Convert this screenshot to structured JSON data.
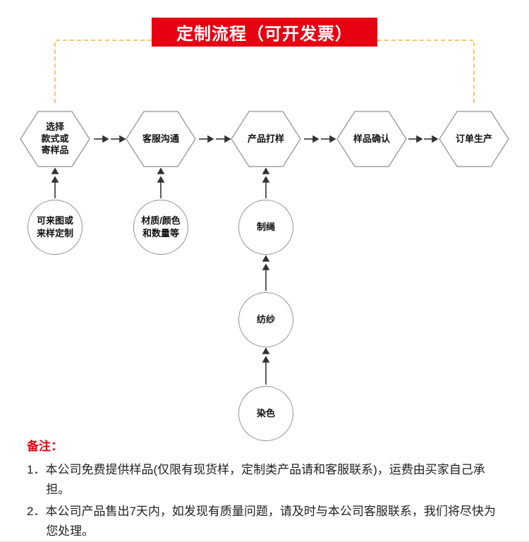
{
  "banner": {
    "title": "定制流程（可开发票）",
    "bg_color": "#e60012",
    "text_color": "#ffffff"
  },
  "flow": {
    "steps": [
      {
        "label": "选择\n款式或\n寄样品"
      },
      {
        "label": "客服沟通"
      },
      {
        "label": "产品打样"
      },
      {
        "label": "样品确认"
      },
      {
        "label": "订单生产"
      }
    ],
    "inputs": [
      {
        "label": "可来图或\n来样定制"
      },
      {
        "label": "材质/颜色\n和数量等"
      },
      {
        "label": "制绳"
      },
      {
        "label": "纺纱"
      },
      {
        "label": "染色"
      }
    ],
    "dash_line_color": "#f5b041",
    "arrow_color": "#333333",
    "node_border_color": "#8f8f8f"
  },
  "notes": {
    "heading": "备注：",
    "items": [
      "1．本公司免费提供样品(仅限有现货样，定制类产品请和客服联系)，运费由买家自己承担。",
      "2．本公司产品售出7天内，如发现有质量问题，请及时与本公司客服联系，我们将尽快为您处理。"
    ]
  }
}
